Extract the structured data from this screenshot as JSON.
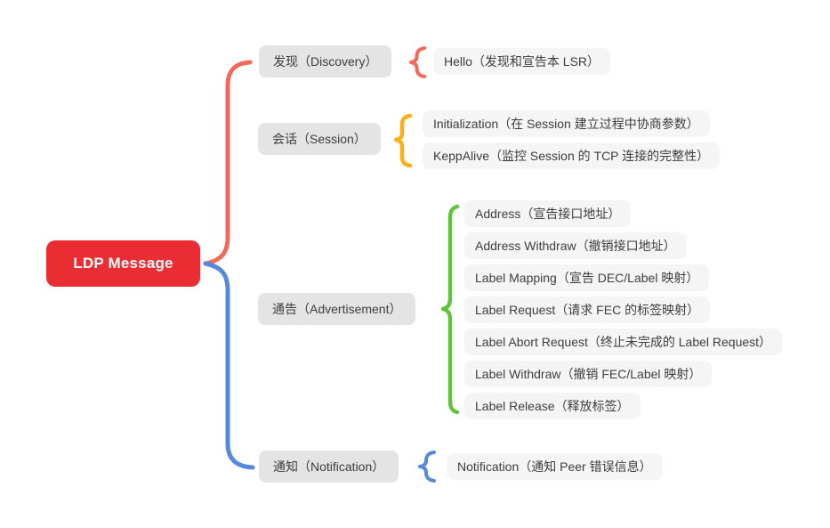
{
  "palette": {
    "root_bg": "#ea2c33",
    "root_text": "#ffffff",
    "branch_bg": "#e4e4e4",
    "leaf_bg": "#f5f5f6",
    "node_text": "#3d3d3d",
    "red_connector": "#f4695a",
    "yellow_connector": "#f9b016",
    "green_connector": "#61c33c",
    "blue_connector": "#5589dd"
  },
  "root": {
    "label": "LDP Message"
  },
  "branches": [
    {
      "label": "发现（Discovery）",
      "children": [
        "Hello（发现和宣告本 LSR）"
      ]
    },
    {
      "label": "会话（Session）",
      "children": [
        "Initialization（在 Session 建立过程中协商参数）",
        "KeppAlive（监控 Session 的 TCP 连接的完整性）"
      ]
    },
    {
      "label": "通告（Advertisement）",
      "children": [
        "Address（宣告接口地址）",
        "Address Withdraw（撤销接口地址）",
        "Label Mapping（宣告 DEC/Label 映射）",
        "Label Request（请求 FEC 的标签映射）",
        "Label Abort Request（终止未完成的 Label Request）",
        "Label Withdraw（撤销 FEC/Label 映射）",
        "Label Release（释放标签）"
      ]
    },
    {
      "label": "通知（Notification）",
      "children": [
        "Notification（通知 Peer 错误信息）"
      ]
    }
  ]
}
